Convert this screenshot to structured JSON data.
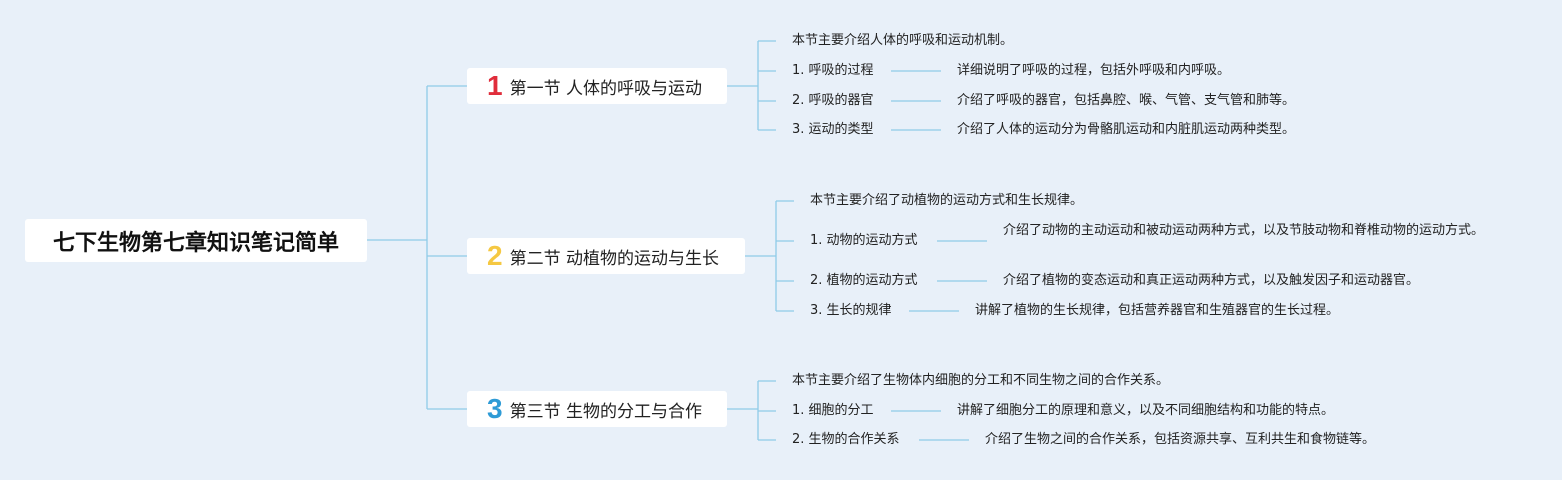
{
  "root": {
    "title": "七下生物第七章知识笔记简单"
  },
  "colors": {
    "background": "#e8f0f9",
    "line": "#8fcbe8",
    "num1": "#e02d3b",
    "num2": "#f5c842",
    "num3": "#2e9bd6"
  },
  "sections": [
    {
      "number": "1",
      "title": "第一节 人体的呼吸与运动",
      "summary": "本节主要介绍人体的呼吸和运动机制。",
      "items": [
        {
          "label": "1. 呼吸的过程",
          "description": "详细说明了呼吸的过程，包括外呼吸和内呼吸。"
        },
        {
          "label": "2. 呼吸的器官",
          "description": "介绍了呼吸的器官，包括鼻腔、喉、气管、支气管和肺等。"
        },
        {
          "label": "3. 运动的类型",
          "description": "介绍了人体的运动分为骨骼肌运动和内脏肌运动两种类型。"
        }
      ]
    },
    {
      "number": "2",
      "title": "第二节 动植物的运动与生长",
      "summary": "本节主要介绍了动植物的运动方式和生长规律。",
      "items": [
        {
          "label": "1. 动物的运动方式",
          "description": "介绍了动物的主动运动和被动运动两种方式，以及节肢动物和脊椎动物的运动方式。"
        },
        {
          "label": "2. 植物的运动方式",
          "description": "介绍了植物的变态运动和真正运动两种方式，以及触发因子和运动器官。"
        },
        {
          "label": "3. 生长的规律",
          "description": "讲解了植物的生长规律，包括营养器官和生殖器官的生长过程。"
        }
      ]
    },
    {
      "number": "3",
      "title": "第三节 生物的分工与合作",
      "summary": "本节主要介绍了生物体内细胞的分工和不同生物之间的合作关系。",
      "items": [
        {
          "label": "1. 细胞的分工",
          "description": "讲解了细胞分工的原理和意义，以及不同细胞结构和功能的特点。"
        },
        {
          "label": "2. 生物的合作关系",
          "description": "介绍了生物之间的合作关系，包括资源共享、互利共生和食物链等。"
        }
      ]
    }
  ]
}
